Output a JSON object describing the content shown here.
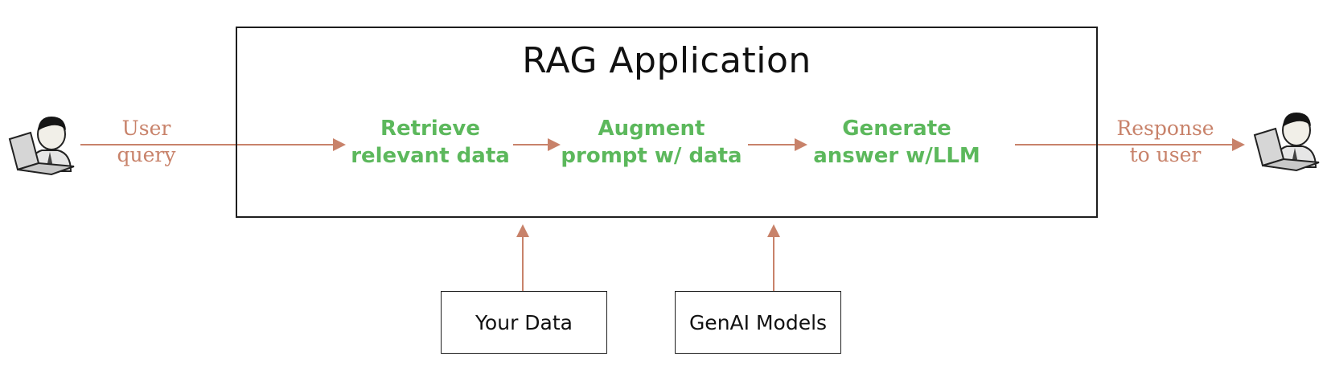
{
  "title": "RAG Application",
  "steps": [
    {
      "line1": "Retrieve",
      "line2": "relevant data"
    },
    {
      "line1": "Augment",
      "line2": "prompt w/ data"
    },
    {
      "line1": "Generate",
      "line2": "answer w/LLM"
    }
  ],
  "input_label": {
    "line1": "User",
    "line2": "query"
  },
  "output_label": {
    "line1": "Response",
    "line2": "to user"
  },
  "sources": {
    "data": "Your Data",
    "models": "GenAI Models"
  },
  "icons": {
    "user_left": "user-at-laptop-icon",
    "user_right": "user-at-laptop-icon"
  },
  "colors": {
    "step_text": "#5cb85c",
    "arrow": "#c8826a",
    "border": "#1e1e1e"
  }
}
